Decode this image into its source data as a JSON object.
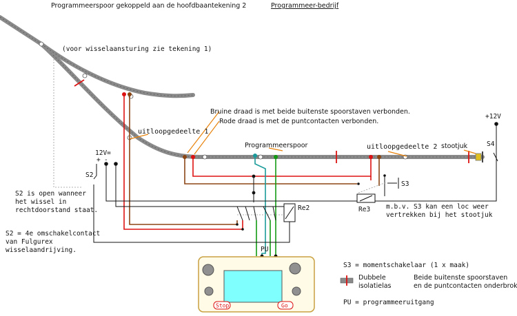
{
  "header": {
    "title": "Programmeerspoor gekoppeld aan de hoofdbaan",
    "drawing": "tekening 2",
    "mode": "Programmeer-bedrijf"
  },
  "labels": {
    "switch_note": "(voor wisselaansturing zie tekening 1)",
    "wire_brown": "Bruine draad is met beide buitenste spoorstaven verbonden.",
    "wire_red": "Rode draad is met de puntcontacten verbonden.",
    "runout_1": "uitloopgedeelte 1",
    "runout_2": "uitloopgedeelte 2",
    "program_track": "Programmeerspoor",
    "buffer": "stootjuk",
    "supply_12v_left": "12V=",
    "plus": "+",
    "minus": "-",
    "s2": "S2",
    "s3": "S3",
    "s4": "S4",
    "supply_12v_right": "+12V",
    "re2": "Re2",
    "re3": "Re3",
    "pu": "PU",
    "s2_open_1": "S2 is open wanneer",
    "s2_open_2": "het wissel in",
    "s2_open_3": "rechtdoorstand staat.",
    "s2_contact_1": "S2 = 4e omschakelcontact",
    "s2_contact_2": "van Fulgurex",
    "s2_contact_3": "wisselaandrijving.",
    "s3_note_1": "m.b.v. S3 kan een loc weer",
    "s3_note_2": "vertrekken bij het stootjuk"
  },
  "device": {
    "stop_label": "Stop",
    "go_label": "Go"
  },
  "legend": {
    "s3_def": "S3 = momentschakelaar (1 x maak)",
    "iso_1": "Dubbele",
    "iso_2": "isolatielas",
    "iso_desc_1": "Beide buitenste spoorstaven",
    "iso_desc_2": "en de puntcontacten onderbroken.",
    "pu_def": "PU = programmeeruitgang"
  },
  "colors": {
    "rail": "#8a8a8a",
    "rail_dark": "#5a5a5a",
    "brown": "#8b4513",
    "red": "#dd1111",
    "teal": "#1a9a9a",
    "green": "#119911",
    "orange": "#e8820a",
    "screen": "#80ffff",
    "device_bg": "#fffbe6",
    "device_border": "#c8a040",
    "knob": "#909090"
  }
}
